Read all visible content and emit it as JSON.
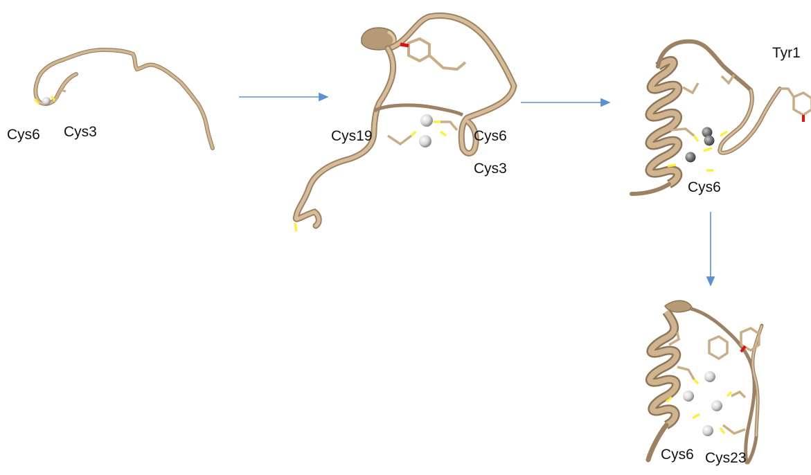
{
  "structures": [
    {
      "id": "stage-1",
      "labels": [
        "Cys6",
        "Cys3"
      ]
    },
    {
      "id": "stage-2",
      "labels": [
        "Cys19",
        "Cys6",
        "Cys3"
      ]
    },
    {
      "id": "stage-3",
      "labels": [
        "Tyr1",
        "Cys6"
      ]
    },
    {
      "id": "stage-4",
      "labels": [
        "Cys6",
        "Cys23"
      ]
    }
  ],
  "colors": {
    "ribbon": "#c9ad87",
    "ribbon_dark": "#9c8262",
    "sulfur": "#ffee3a",
    "oxygen": "#e01010",
    "metal_light": "#d8d8d8",
    "metal_dark": "#7c7c7c",
    "arrow": "#5b8fd6"
  }
}
